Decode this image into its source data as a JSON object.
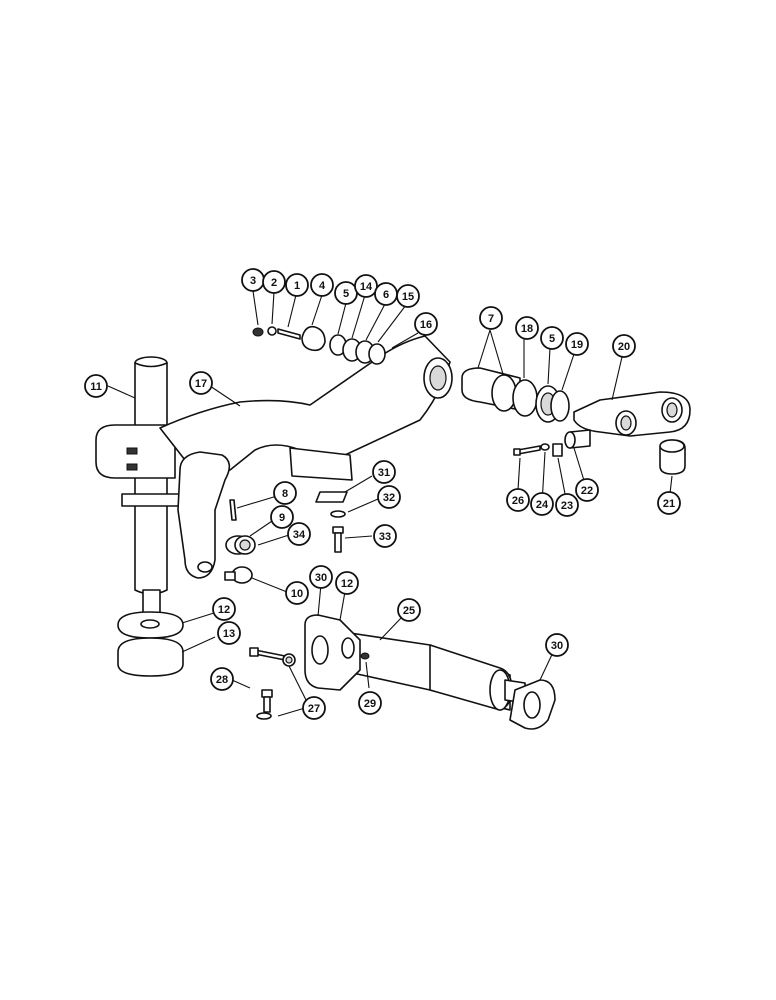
{
  "callouts": [
    {
      "id": "c-3",
      "label": "3"
    },
    {
      "id": "c-2",
      "label": "2"
    },
    {
      "id": "c-1",
      "label": "1"
    },
    {
      "id": "c-4",
      "label": "4"
    },
    {
      "id": "c-5a",
      "label": "5"
    },
    {
      "id": "c-14",
      "label": "14"
    },
    {
      "id": "c-6",
      "label": "6"
    },
    {
      "id": "c-15",
      "label": "15"
    },
    {
      "id": "c-16",
      "label": "16"
    },
    {
      "id": "c-7",
      "label": "7"
    },
    {
      "id": "c-18",
      "label": "18"
    },
    {
      "id": "c-5b",
      "label": "5"
    },
    {
      "id": "c-19",
      "label": "19"
    },
    {
      "id": "c-20",
      "label": "20"
    },
    {
      "id": "c-11",
      "label": "11"
    },
    {
      "id": "c-17",
      "label": "17"
    },
    {
      "id": "c-31",
      "label": "31"
    },
    {
      "id": "c-32",
      "label": "32"
    },
    {
      "id": "c-33",
      "label": "33"
    },
    {
      "id": "c-8",
      "label": "8"
    },
    {
      "id": "c-9",
      "label": "9"
    },
    {
      "id": "c-34",
      "label": "34"
    },
    {
      "id": "c-10",
      "label": "10"
    },
    {
      "id": "c-26",
      "label": "26"
    },
    {
      "id": "c-24",
      "label": "24"
    },
    {
      "id": "c-23",
      "label": "23"
    },
    {
      "id": "c-22",
      "label": "22"
    },
    {
      "id": "c-21",
      "label": "21"
    },
    {
      "id": "c-12a",
      "label": "12"
    },
    {
      "id": "c-13",
      "label": "13"
    },
    {
      "id": "c-30a",
      "label": "30"
    },
    {
      "id": "c-12b",
      "label": "12"
    },
    {
      "id": "c-25",
      "label": "25"
    },
    {
      "id": "c-30b",
      "label": "30"
    },
    {
      "id": "c-28",
      "label": "28"
    },
    {
      "id": "c-27",
      "label": "27"
    },
    {
      "id": "c-29",
      "label": "29"
    }
  ]
}
